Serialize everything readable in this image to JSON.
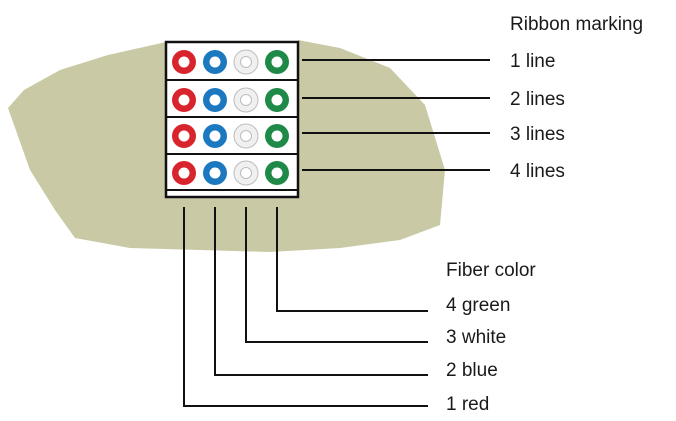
{
  "ribbon_marking": {
    "heading": "Ribbon marking",
    "labels": [
      "1 line",
      "2 lines",
      "3 lines",
      "4 lines"
    ]
  },
  "fiber_color": {
    "heading": "Fiber color",
    "labels": [
      "4 green",
      "3 white",
      "2 blue",
      "1 red"
    ]
  },
  "colors": {
    "cable_sheath": "#c9c9a6",
    "fiber_red": "#d8242c",
    "fiber_blue": "#1c79c0",
    "fiber_white": "#f0f0f0",
    "fiber_green": "#1f8a48",
    "fiber_core": "#ffffff"
  }
}
